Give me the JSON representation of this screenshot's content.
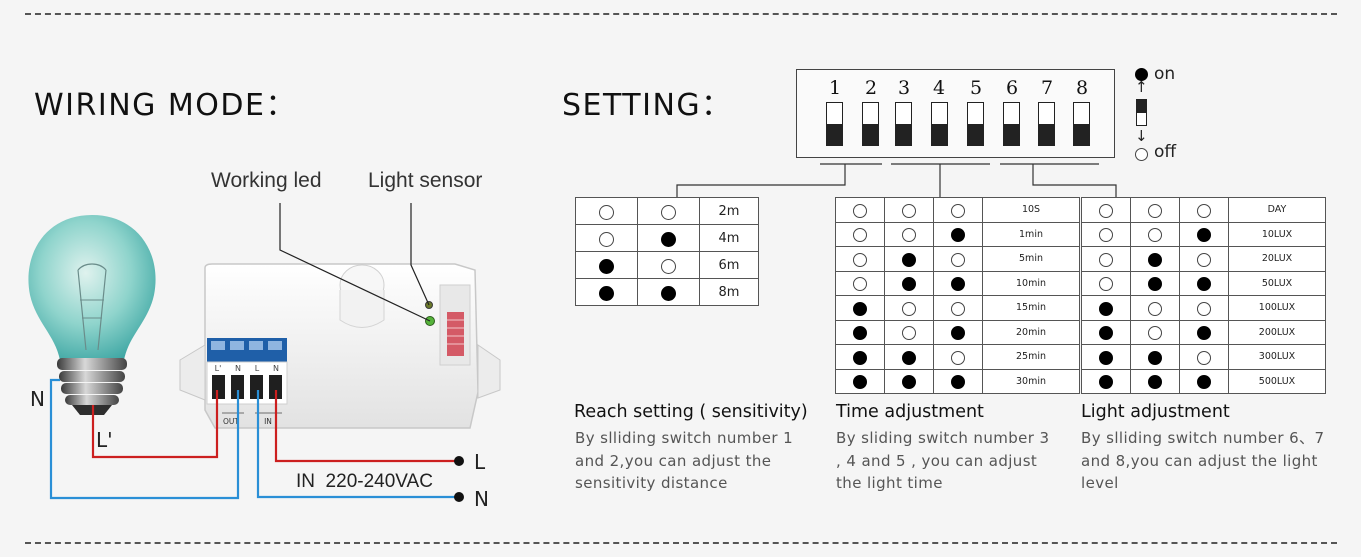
{
  "wiring": {
    "heading": "WIRING MODE：",
    "working_led_label": "Working led",
    "light_sensor_label": "Light sensor",
    "terminal_labels": [
      "L'",
      "N",
      "L",
      "N"
    ],
    "out_label": "OUT",
    "in_label": "IN",
    "lamp_wire_n": "N",
    "lamp_wire_l": "L'",
    "supply_label": "IN  220-240VAC",
    "supply_l": "L",
    "supply_n": "N",
    "colors": {
      "live_wire": "#cc1f1f",
      "neutral_wire": "#2a8fd6",
      "terminal_blue": "#1f5fa8"
    }
  },
  "setting": {
    "heading": "SETTING：",
    "dip_numbers": [
      "1",
      "2",
      "3",
      "4",
      "5",
      "6",
      "7",
      "8"
    ],
    "legend_on": "on",
    "legend_off": "off",
    "legend_up_arrow": "↑",
    "legend_down_arrow": "↓",
    "reach": {
      "title": "Reach setting ( sensitivity)",
      "description": "By slliding switch number 1 and 2,you can adjust the sensitivity distance",
      "rows": [
        {
          "s1": "off",
          "s2": "off",
          "value": "2m"
        },
        {
          "s1": "off",
          "s2": "on",
          "value": "4m"
        },
        {
          "s1": "on",
          "s2": "off",
          "value": "6m"
        },
        {
          "s1": "on",
          "s2": "on",
          "value": "8m"
        }
      ]
    },
    "time": {
      "title": "Time adjustment",
      "description": "By sliding switch number 3 , 4 and 5 , you can adjust the light time",
      "rows": [
        {
          "s3": "off",
          "s4": "off",
          "s5": "off",
          "value": "10S"
        },
        {
          "s3": "off",
          "s4": "off",
          "s5": "on",
          "value": "1min"
        },
        {
          "s3": "off",
          "s4": "on",
          "s5": "off",
          "value": "5min"
        },
        {
          "s3": "off",
          "s4": "on",
          "s5": "on",
          "value": "10min"
        },
        {
          "s3": "on",
          "s4": "off",
          "s5": "off",
          "value": "15min"
        },
        {
          "s3": "on",
          "s4": "off",
          "s5": "on",
          "value": "20min"
        },
        {
          "s3": "on",
          "s4": "on",
          "s5": "off",
          "value": "25min"
        },
        {
          "s3": "on",
          "s4": "on",
          "s5": "on",
          "value": "30min"
        }
      ]
    },
    "light": {
      "title": "Light adjustment",
      "description": "By slliding switch number 6、7 and 8,you can adjust the light level",
      "rows": [
        {
          "s6": "off",
          "s7": "off",
          "s8": "off",
          "value": "DAY"
        },
        {
          "s6": "off",
          "s7": "off",
          "s8": "on",
          "value": "10LUX"
        },
        {
          "s6": "off",
          "s7": "on",
          "s8": "off",
          "value": "20LUX"
        },
        {
          "s6": "off",
          "s7": "on",
          "s8": "on",
          "value": "50LUX"
        },
        {
          "s6": "on",
          "s7": "off",
          "s8": "off",
          "value": "100LUX"
        },
        {
          "s6": "on",
          "s7": "off",
          "s8": "on",
          "value": "200LUX"
        },
        {
          "s6": "on",
          "s7": "on",
          "s8": "off",
          "value": "300LUX"
        },
        {
          "s6": "on",
          "s7": "on",
          "s8": "on",
          "value": "500LUX"
        }
      ]
    }
  }
}
